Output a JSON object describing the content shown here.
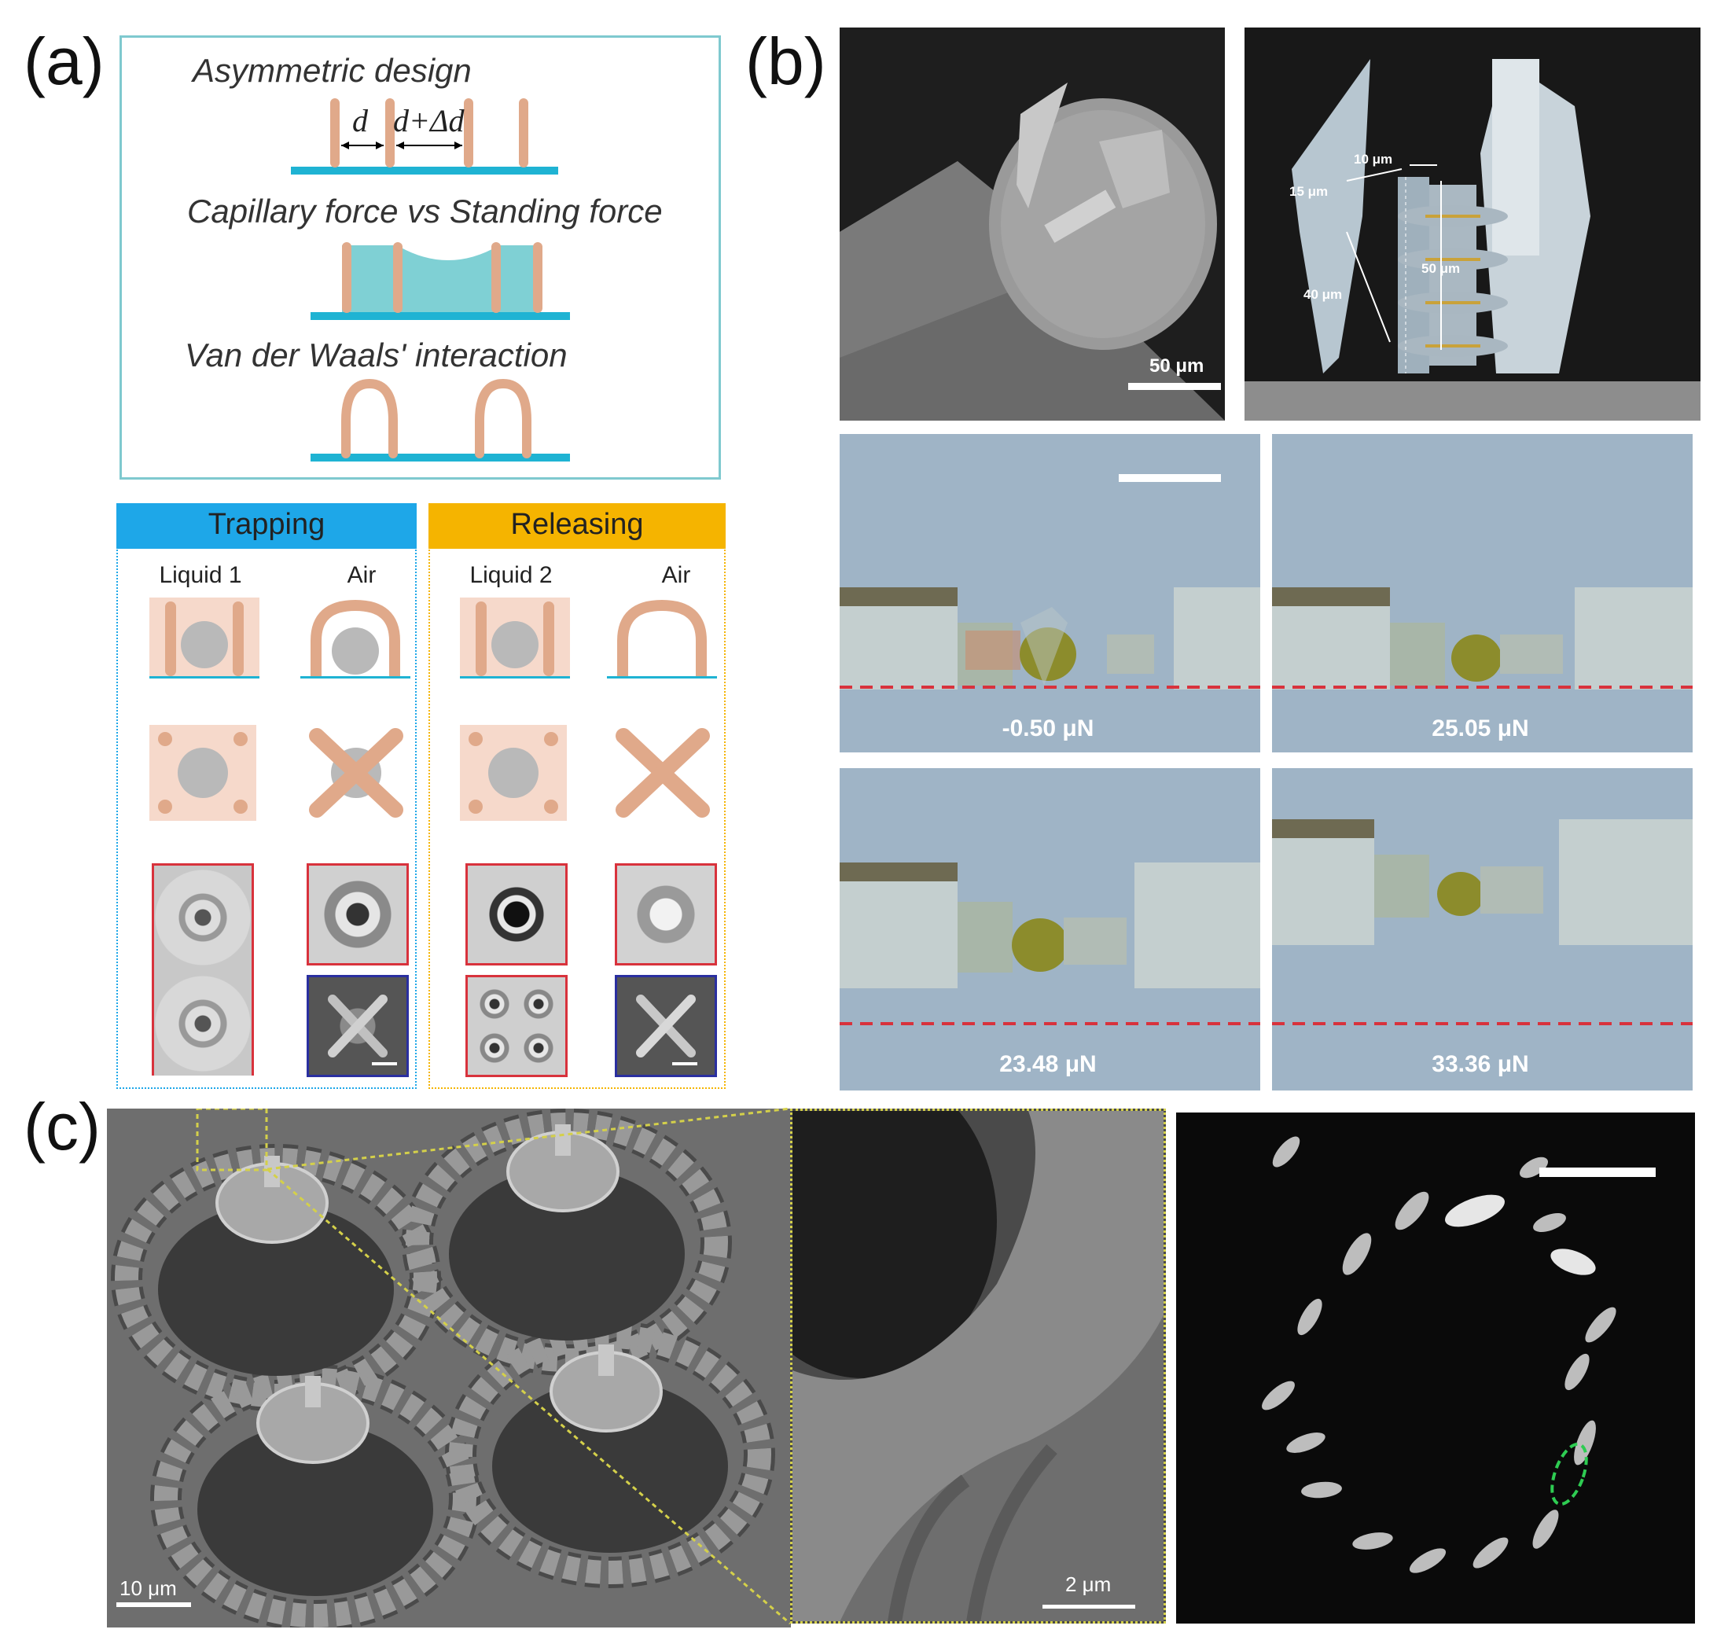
{
  "panels": {
    "a": {
      "label": "(a)",
      "design_title": "Asymmetric design",
      "gap_label": "d",
      "gap_label2": "d+Δd",
      "capillary_title": "Capillary force vs Standing force",
      "vdw_title": "Van der Waals' interaction",
      "trapping_header": "Trapping",
      "releasing_header": "Releasing",
      "liquid1": "Liquid 1",
      "air1": "Air",
      "liquid2": "Liquid 2",
      "air2": "Air"
    },
    "b": {
      "label": "(b)",
      "scale_50": "50 μm",
      "dim_10": "10 μm",
      "dim_15": "15 μm",
      "dim_40": "40 μm",
      "dim_50": "50 μm",
      "forces": [
        "-0.50 μN",
        "25.05 μN",
        "23.48 μN",
        "33.36 μN"
      ]
    },
    "c": {
      "label": "(c)",
      "scale_10": "10 μm",
      "scale_2": "2 μm"
    }
  },
  "colors": {
    "trapping": "#1ea7e8",
    "releasing": "#f5b400",
    "pillar": "#e0a98a",
    "substrate": "#1fb3d3",
    "liquid": "#7fd0d4",
    "frame_teal": "#7fc9cf",
    "red_frame": "#d8323c",
    "blue_frame": "#2a2fa0"
  }
}
